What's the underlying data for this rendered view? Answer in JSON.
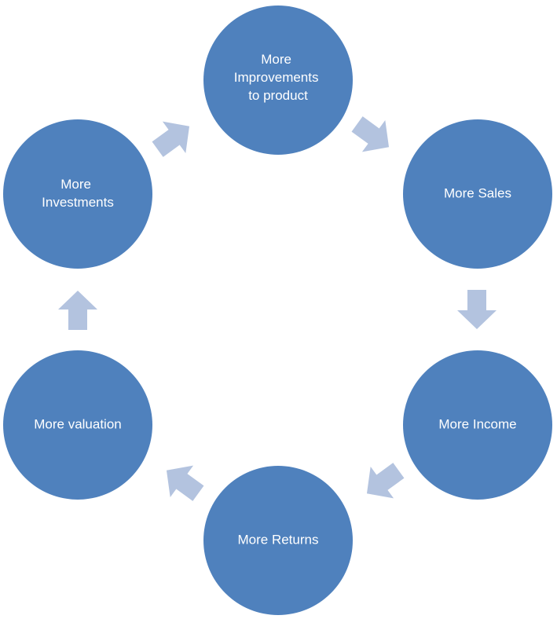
{
  "cycle": {
    "nodes": [
      {
        "id": "improvements",
        "lines": [
          "More",
          "Improvements",
          "to product"
        ]
      },
      {
        "id": "sales",
        "lines": [
          "More Sales"
        ]
      },
      {
        "id": "income",
        "lines": [
          "More Income"
        ]
      },
      {
        "id": "returns",
        "lines": [
          "More Returns"
        ]
      },
      {
        "id": "valuation",
        "lines": [
          "More valuation"
        ]
      },
      {
        "id": "investments",
        "lines": [
          "More",
          "Investments"
        ]
      }
    ]
  },
  "colors": {
    "circle": "#4f81bd",
    "arrow": "#b3c3df",
    "label": "#ffffff"
  }
}
